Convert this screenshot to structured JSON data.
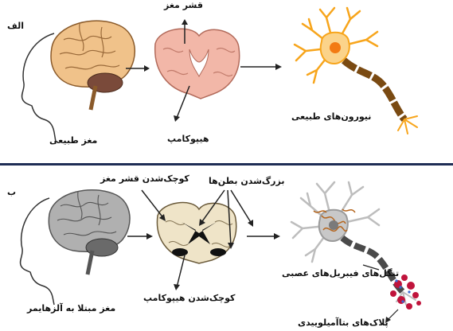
{
  "panel_a": {
    "letter": "الف",
    "label_cortex": "قشر مغز",
    "label_hippocampus": "هیپوکامپ",
    "label_healthy_brain": "مغز طبیعی",
    "label_healthy_neurons": "نیورون‌های طبیعی"
  },
  "panel_b": {
    "letter": "ب",
    "label_cortex_shrink": "کوچک‌شدن قشر مغز",
    "label_ventricle_enlarge": "بزرگ‌شدن بطن‌ها",
    "label_hippocampus_shrink": "کوچک‌شدن هیپوکامپ",
    "label_alzheimer_brain": "مغز مبتلا به آلزهایمر",
    "label_tangles": "تنگل‌های فیبریل‌های عصبی",
    "label_plaques": "پلاک‌های بتاآمیلوییدی"
  },
  "colors": {
    "healthy_brain": "#f0c28a",
    "healthy_cerebellum": "#7a4a3a",
    "healthy_section": "#f2b7a8",
    "neuron_body": "#f7a51c",
    "axon": "#7a4a12",
    "diseased_brain": "#b0b0b0",
    "diseased_section": "#efe4c8",
    "divider": "#1f2d55",
    "plaque": "#c0143c"
  }
}
